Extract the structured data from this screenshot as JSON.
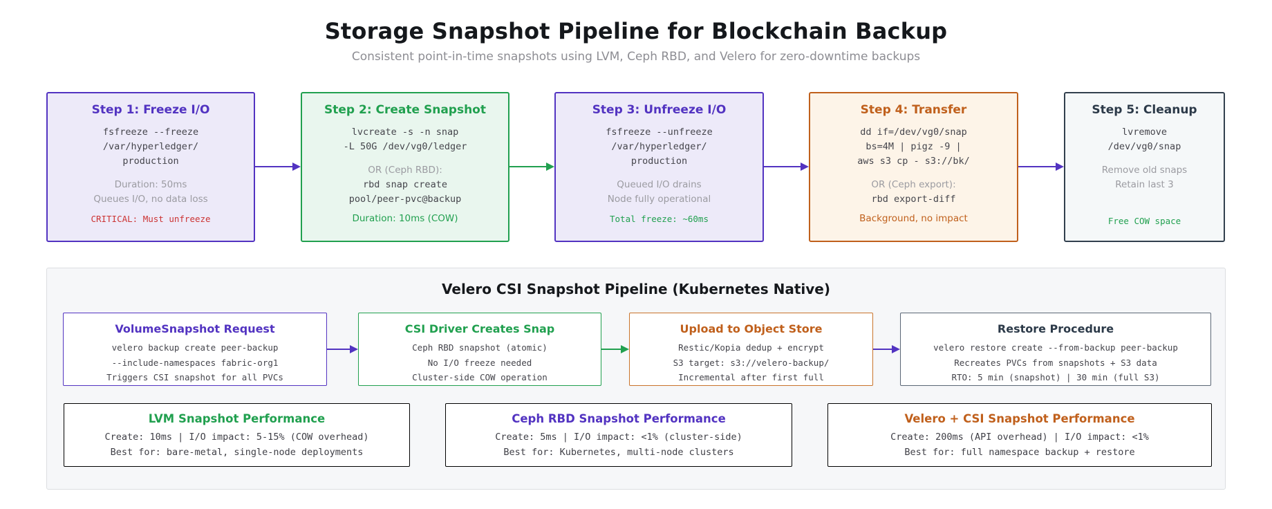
{
  "page": {
    "title": "Storage Snapshot Pipeline for Blockchain Backup",
    "subtitle": "Consistent point-in-time snapshots using LVM, Ceph RBD, and Velero for zero-downtime backups"
  },
  "colors": {
    "purple": "#5233c1",
    "green": "#21a04f",
    "orange": "#c0601c",
    "slate": "#32404e",
    "red": "#cc3333"
  },
  "steps": [
    {
      "title": "Step 1: Freeze I/O",
      "code_a": [
        "fsfreeze --freeze",
        "/var/hyperledger/",
        "production"
      ],
      "notes": [
        "Duration: 50ms",
        "Queues I/O, no data loss"
      ],
      "highlight": "CRITICAL: Must unfreeze"
    },
    {
      "title": "Step 2: Create Snapshot",
      "code_a": [
        "lvcreate -s -n snap",
        "-L 50G /dev/vg0/ledger"
      ],
      "note": "OR (Ceph RBD):",
      "code_b": [
        "rbd snap create",
        "pool/peer-pvc@backup"
      ],
      "highlight": "Duration: 10ms (COW)"
    },
    {
      "title": "Step 3: Unfreeze I/O",
      "code_a": [
        "fsfreeze --unfreeze",
        "/var/hyperledger/",
        "production"
      ],
      "notes": [
        "Queued I/O drains",
        "Node fully operational"
      ],
      "highlight": "Total freeze: ~60ms"
    },
    {
      "title": "Step 4: Transfer",
      "code_a": [
        "dd if=/dev/vg0/snap",
        "bs=4M | pigz -9 |",
        "aws s3 cp - s3://bk/"
      ],
      "note": "OR (Ceph export):",
      "code_b": [
        "rbd export-diff"
      ],
      "highlight": "Background, no impact"
    },
    {
      "title": "Step 5: Cleanup",
      "code_a": [
        "lvremove",
        "/dev/vg0/snap"
      ],
      "notes": [
        "Remove old snaps",
        "Retain last 3"
      ],
      "highlight": "Free COW space"
    }
  ],
  "velero_panel": {
    "title": "Velero CSI Snapshot Pipeline (Kubernetes Native)",
    "stages": [
      {
        "title": "VolumeSnapshot Request",
        "lines": [
          "velero backup create peer-backup",
          "--include-namespaces fabric-org1"
        ],
        "last_line": "Triggers CSI snapshot for all PVCs"
      },
      {
        "title": "CSI Driver Creates Snap",
        "lines": [
          "Ceph RBD snapshot (atomic)",
          "No I/O freeze needed"
        ],
        "last_line": "Cluster-side COW operation"
      },
      {
        "title": "Upload to Object Store",
        "lines": [
          "Restic/Kopia dedup + encrypt",
          "S3 target: s3://velero-backup/"
        ],
        "last_line": "Incremental after first full"
      },
      {
        "title": "Restore Procedure",
        "lines": [
          "velero restore create --from-backup peer-backup",
          "Recreates PVCs from snapshots + S3 data"
        ],
        "last_line": "RTO: 5 min (snapshot) | 30 min (full S3)"
      }
    ],
    "performance": [
      {
        "title": "LVM Snapshot Performance",
        "lines": [
          "Create: 10ms | I/O impact: 5-15% (COW overhead)",
          "Best for: bare-metal, single-node deployments"
        ]
      },
      {
        "title": "Ceph RBD Snapshot Performance",
        "lines": [
          "Create: 5ms | I/O impact: <1% (cluster-side)",
          "Best for: Kubernetes, multi-node clusters"
        ]
      },
      {
        "title": "Velero + CSI Snapshot Performance",
        "lines": [
          "Create: 200ms (API overhead) | I/O impact: <1%",
          "Best for: full namespace backup + restore"
        ]
      }
    ]
  }
}
